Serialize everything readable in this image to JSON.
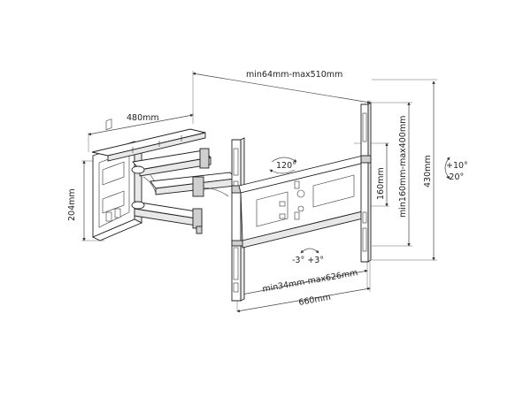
{
  "dimensions": {
    "arm_depth": "480mm",
    "wall_plate_height": "204mm",
    "arm_extension": "min64mm-max510mm",
    "vesa_width": "min34mm-max626mm",
    "overall_width": "660mm",
    "vesa_height": "min160mm-max400mm",
    "inner_height": "160mm",
    "overall_height": "430mm"
  },
  "angles": {
    "swivel": "120°",
    "level": "-3°  +3°",
    "tilt_up": "+10°",
    "tilt_down": "-20°"
  }
}
